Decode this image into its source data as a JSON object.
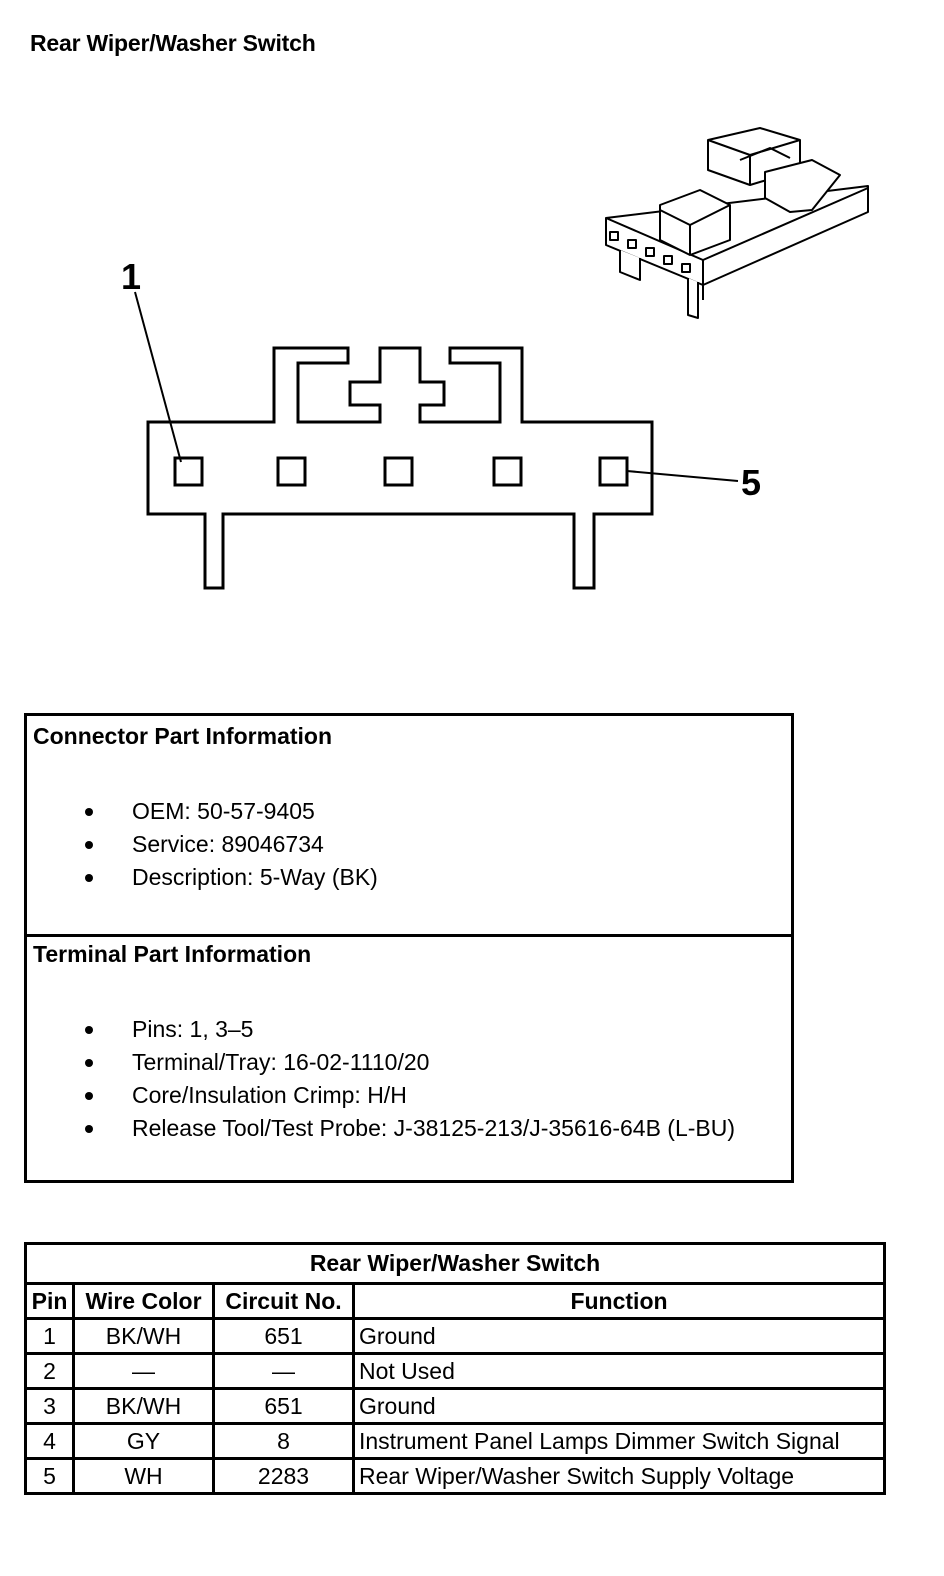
{
  "title": "Rear Wiper/Washer Switch",
  "diagram": {
    "callout_first": "1",
    "callout_last": "5"
  },
  "connector_info": {
    "heading": "Connector Part Information",
    "items": [
      "OEM: 50-57-9405",
      "Service: 89046734",
      "Description: 5-Way (BK)"
    ]
  },
  "terminal_info": {
    "heading": "Terminal Part Information",
    "items": [
      "Pins: 1, 3–5",
      "Terminal/Tray: 16-02-1110/20",
      "Core/Insulation Crimp: H/H",
      "Release Tool/Test Probe: J-38125-213/J-35616-64B (L-BU)"
    ]
  },
  "pin_table": {
    "caption": "Rear Wiper/Washer Switch",
    "headers": [
      "Pin",
      "Wire Color",
      "Circuit No.",
      "Function"
    ],
    "rows": [
      [
        "1",
        "BK/WH",
        "651",
        "Ground"
      ],
      [
        "2",
        "—",
        "—",
        "Not Used"
      ],
      [
        "3",
        "BK/WH",
        "651",
        "Ground"
      ],
      [
        "4",
        "GY",
        "8",
        "Instrument Panel Lamps Dimmer Switch Signal"
      ],
      [
        "5",
        "WH",
        "2283",
        "Rear Wiper/Washer Switch Supply Voltage"
      ]
    ]
  }
}
